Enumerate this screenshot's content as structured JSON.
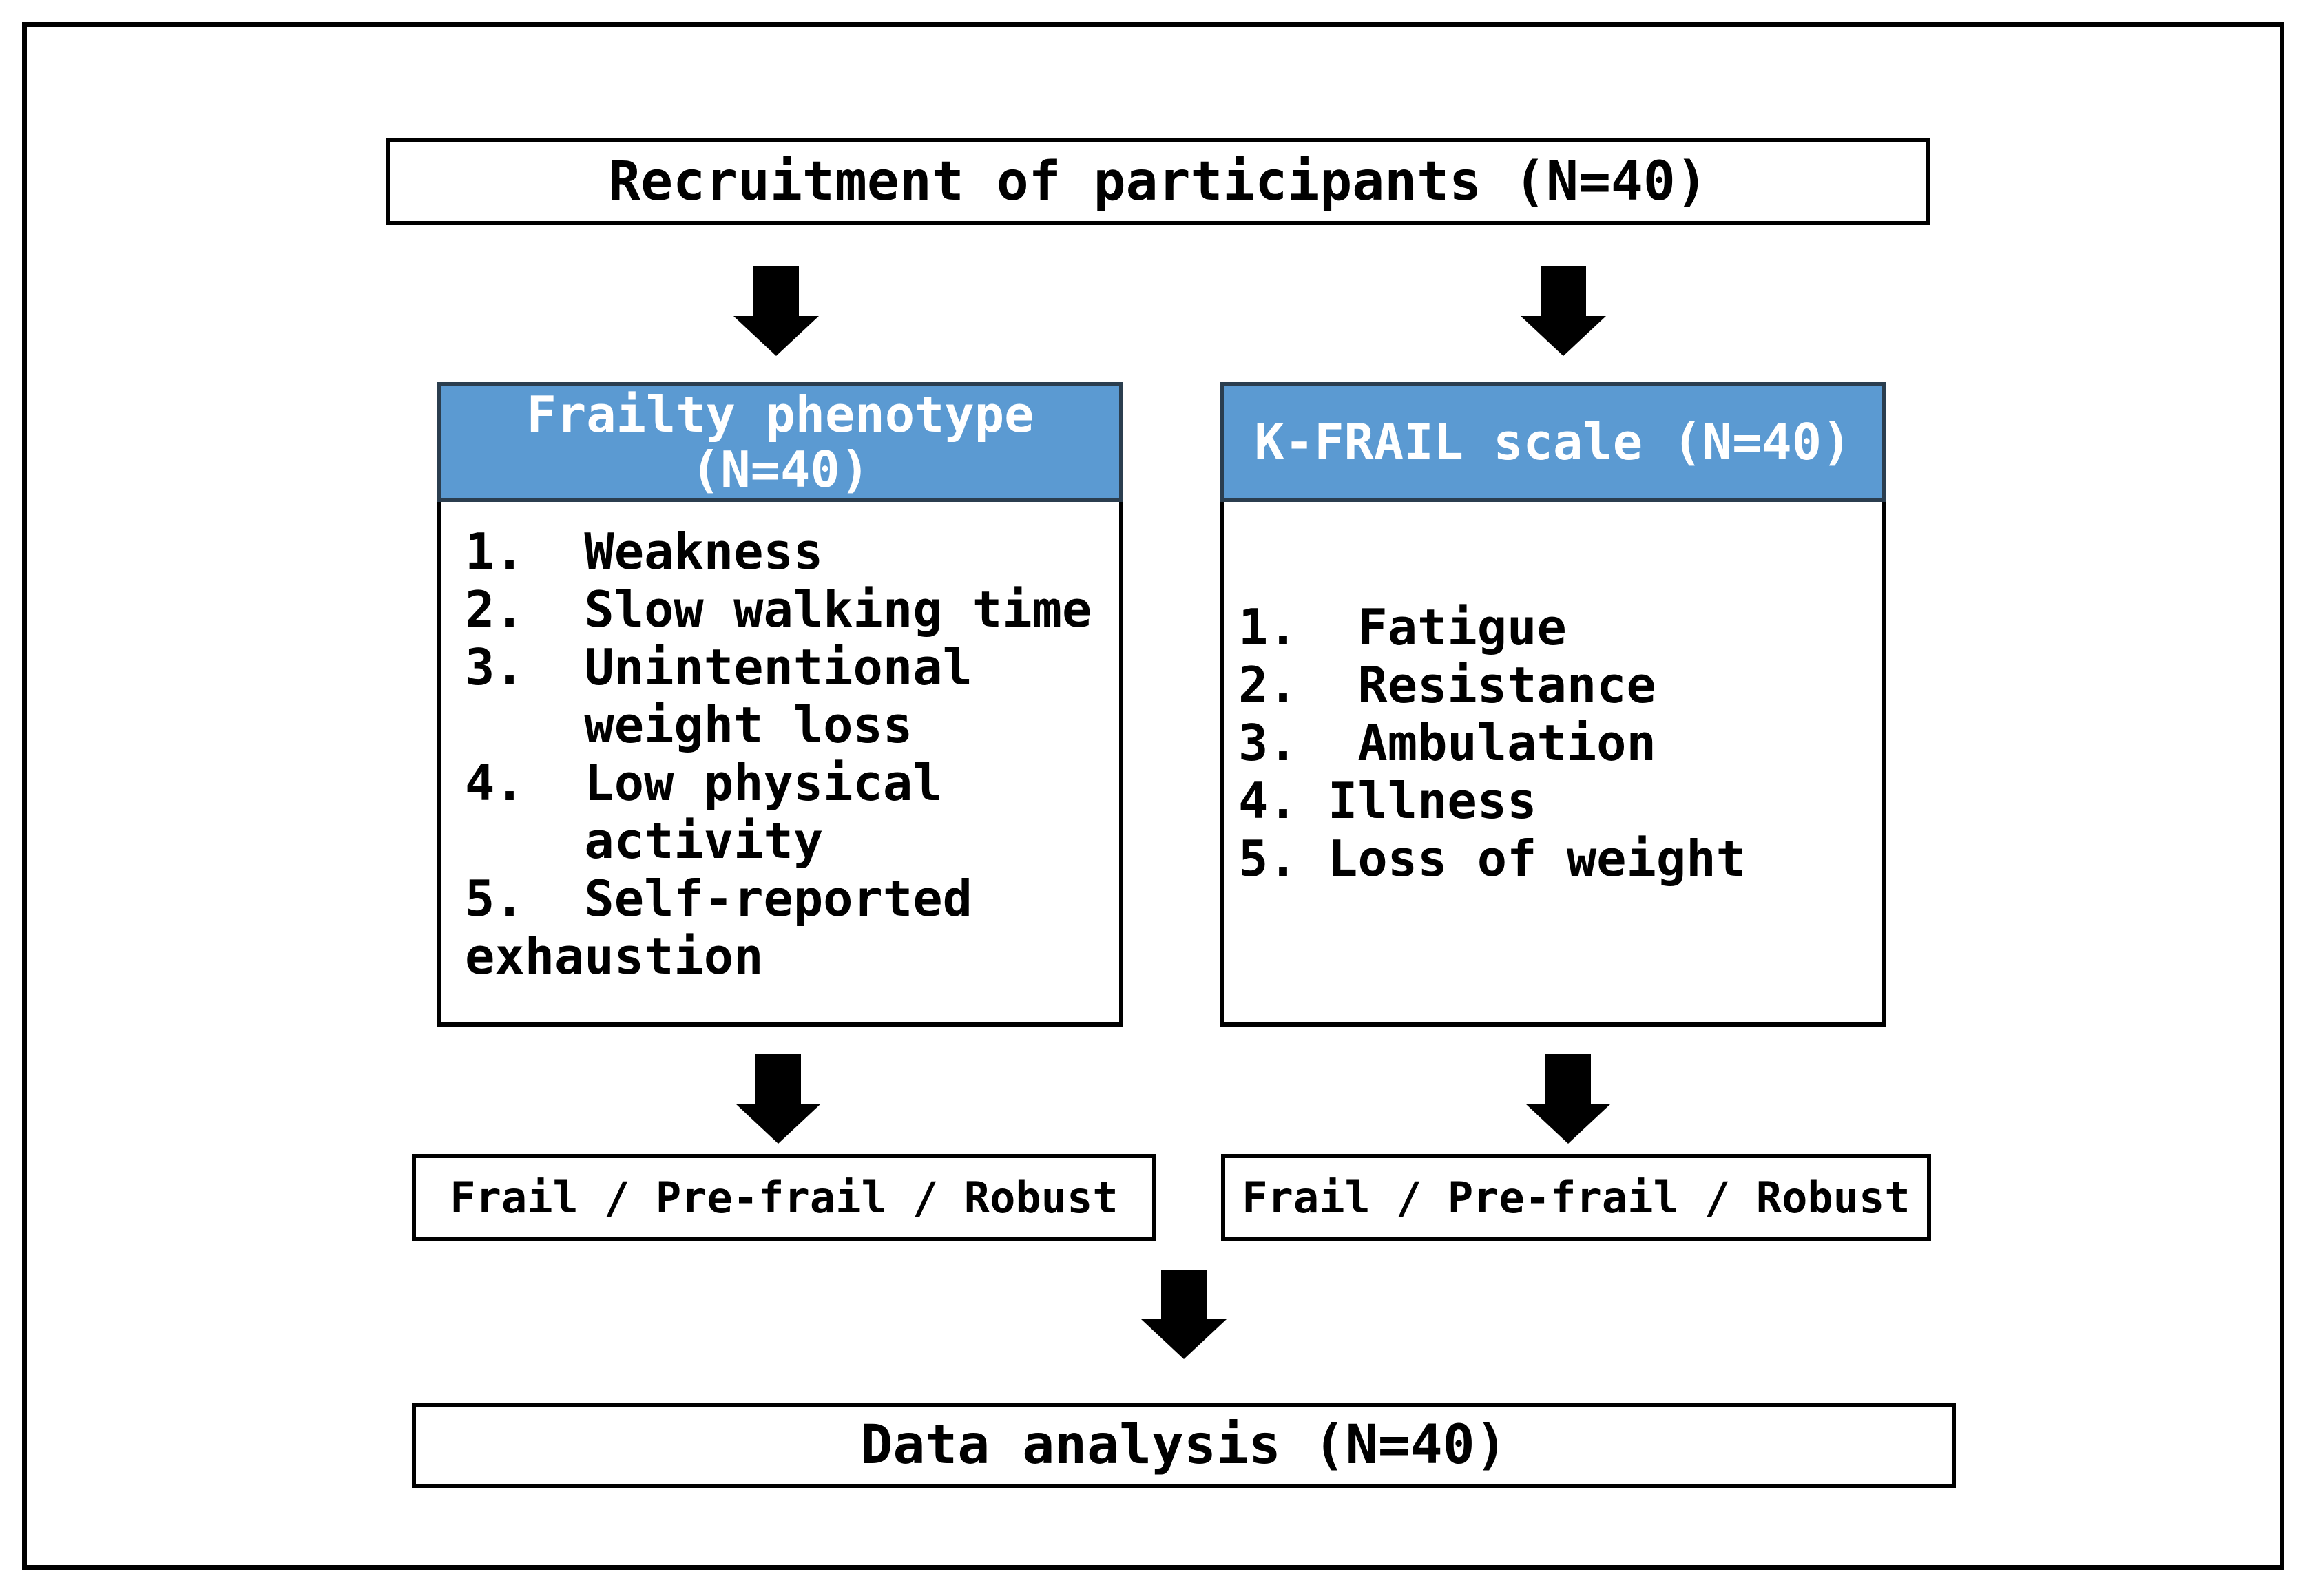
{
  "figure": {
    "title_box": "Recruitment of participants (N=40)",
    "left_panel": {
      "header_line1": "Frailty phenotype",
      "header_line2": "(N=40)",
      "items": [
        "1.  Weakness",
        "2.  Slow walking time",
        "3.  Unintentional",
        "    weight loss",
        "4.  Low physical",
        "    activity",
        "5.  Self-reported",
        "exhaustion"
      ]
    },
    "right_panel": {
      "header": "K-FRAIL scale (N=40)",
      "items": [
        "1.  Fatigue",
        "2.  Resistance",
        "3.  Ambulation",
        "4. Illness",
        "5. Loss of weight"
      ]
    },
    "left_outcome_box": "Frail / Pre-frail / Robust",
    "right_outcome_box": "Frail / Pre-frail / Robust",
    "analysis_box": "Data analysis (N=40)",
    "colors": {
      "panel_header_fill": "#5b9ad2",
      "panel_header_border": "#2b3e4f",
      "box_border": "#000000",
      "arrow": "#000000",
      "header_text": "#ffffff",
      "body_text": "#000000"
    }
  }
}
